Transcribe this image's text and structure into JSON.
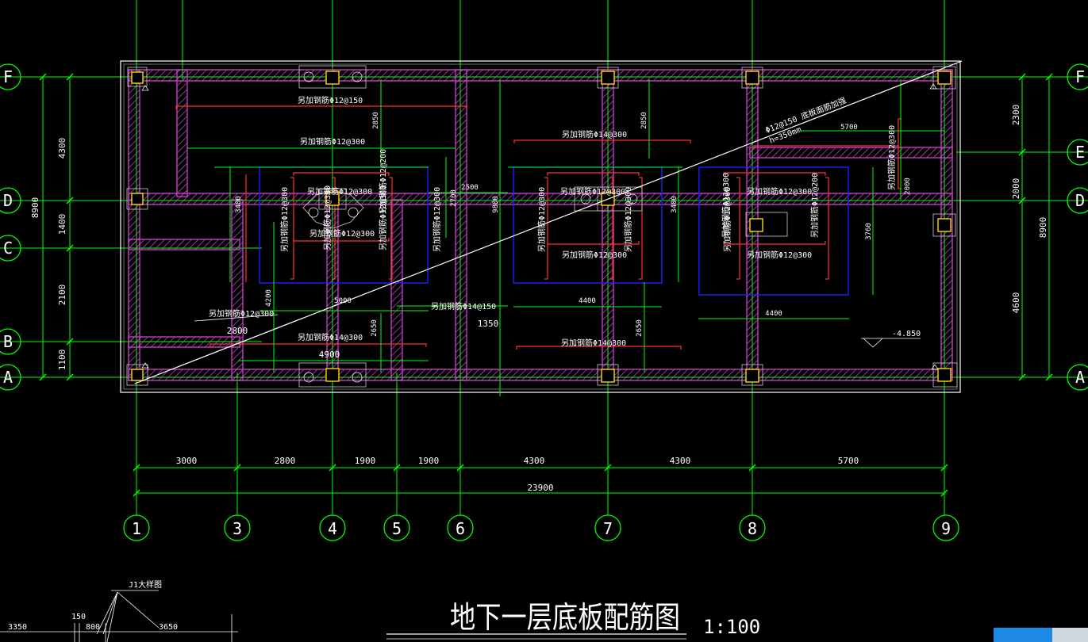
{
  "drawing": {
    "title": "地下一层底板配筋图",
    "scale": "1:100",
    "detail_label": "J1大样图",
    "elevation": "-4.850"
  },
  "axes": {
    "vertical": [
      "1",
      "3",
      "4",
      "5",
      "6",
      "7",
      "8",
      "9"
    ],
    "horizontal": [
      "F",
      "E",
      "D",
      "C",
      "B",
      "A"
    ]
  },
  "dims": {
    "bottom_spans": [
      "3000",
      "2800",
      "1900",
      "1900",
      "4300",
      "4300",
      "5700"
    ],
    "bottom_total": "23900",
    "left_spans": [
      "4300",
      "1400",
      "2100",
      "1100"
    ],
    "left_total": "8900",
    "right_spans": [
      "2300",
      "2000",
      "4600"
    ],
    "right_total": "8900",
    "inner": {
      "d2850a": "2850",
      "d2850b": "2850",
      "d2500": "2500",
      "d2700": "2700",
      "d9800": "9800",
      "d3400a": "3400",
      "d3400b": "3400",
      "d3760": "3760",
      "d2000": "2000",
      "d5700": "5700",
      "d5000": "5000",
      "d1350": "1350",
      "d4400a": "4400",
      "d4400b": "4400",
      "d2650a": "2650",
      "d2650b": "2650",
      "d4200": "4200",
      "d2800": "2800",
      "d4900": "4900"
    },
    "detail": [
      "3350",
      "150",
      "800",
      "3650"
    ]
  },
  "rebar_notes": {
    "n1": "另加钢筋Φ12@150",
    "n2": "另加钢筋Φ12@300",
    "n3": "另加钢筋Φ14@300",
    "n4": "另加钢筋Φ12@300",
    "n5": "另加钢筋Φ12@300",
    "n6": "另加钢筋Φ12@300",
    "n7": "另加钢筋Φ12@300",
    "n8": "另加钢筋Φ14@150",
    "n9": "另加钢筋Φ12@300",
    "n10": "另加钢筋Φ14@300",
    "n11": "另加钢筋Φ12@300",
    "n12": "另加钢筋Φ12@300",
    "n13": "另加钢筋Φ14@300",
    "n14": "另加钢筋Φ12@300",
    "n15": "另加钢筋Φ12@300",
    "n16": "另加钢筋Φ12@300",
    "n17": "另加钢筋Φ12@300",
    "n18": "另加钢筋Φ12@300",
    "n19": "另加钢筋Φ12@300",
    "n20": "另加钢筋Φ12@300",
    "n21": "另加钢筋Φ12@300",
    "n22": "另加钢筋Φ12@300",
    "n23": "另加钢筋Φ12@200",
    "n24": "另加钢筋Φ12@200",
    "diag1": "Φ12@150 底板面筋加强",
    "diag2": "h=350mm"
  },
  "colors": {
    "background": "#000000",
    "grid": "#00ff00",
    "wall": "#c040c0",
    "hatch": "#d050d0",
    "rebar": "#ff3030",
    "opening": "#2020ff",
    "column": "#ffd700",
    "text": "#ffffff"
  }
}
